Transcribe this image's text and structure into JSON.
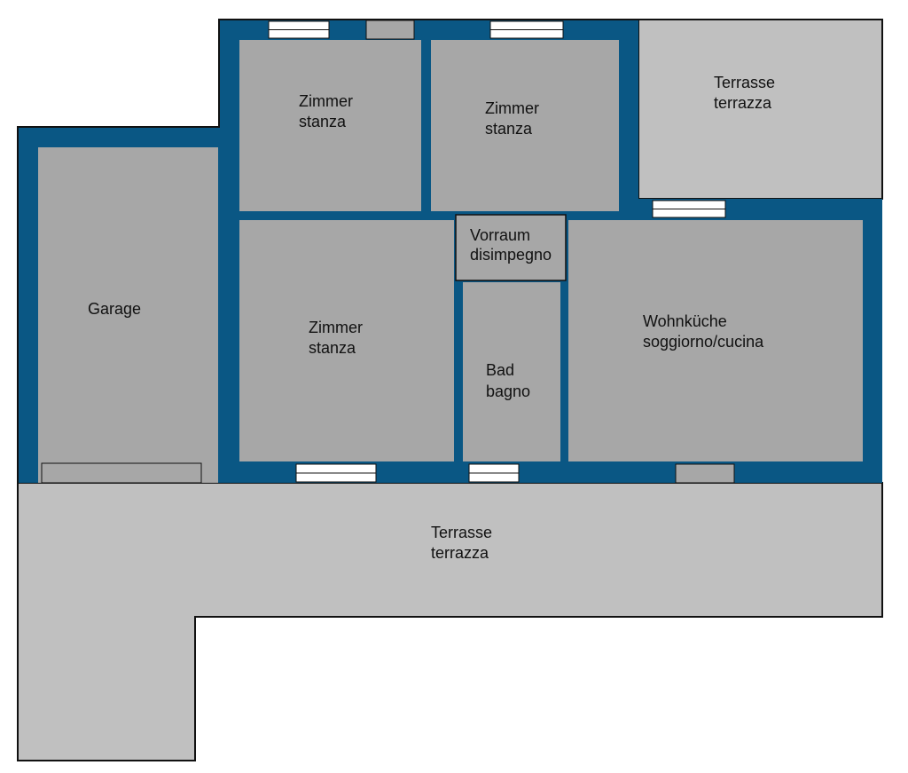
{
  "colors": {
    "wall": "#0a5784",
    "room": "#a7a7a7",
    "terrace": "#c0c0c0",
    "outline": "#111111",
    "window": "#ffffff"
  },
  "rooms": {
    "garage": {
      "line1": "Garage"
    },
    "room_top_left": {
      "line1": "Zimmer",
      "line2": "stanza"
    },
    "room_top_mid": {
      "line1": "Zimmer",
      "line2": "stanza"
    },
    "terrace_top": {
      "line1": "Terrasse",
      "line2": "terrazza"
    },
    "room_left": {
      "line1": "Zimmer",
      "line2": "stanza"
    },
    "vorraum": {
      "line1": "Vorraum",
      "line2": "disimpegno"
    },
    "bad": {
      "line1": "Bad",
      "line2": "bagno"
    },
    "wohnkueche": {
      "line1": "Wohnküche",
      "line2": "soggiorno/cucina"
    },
    "terrace_bottom": {
      "line1": "Terrasse",
      "line2": "terrazza"
    }
  }
}
